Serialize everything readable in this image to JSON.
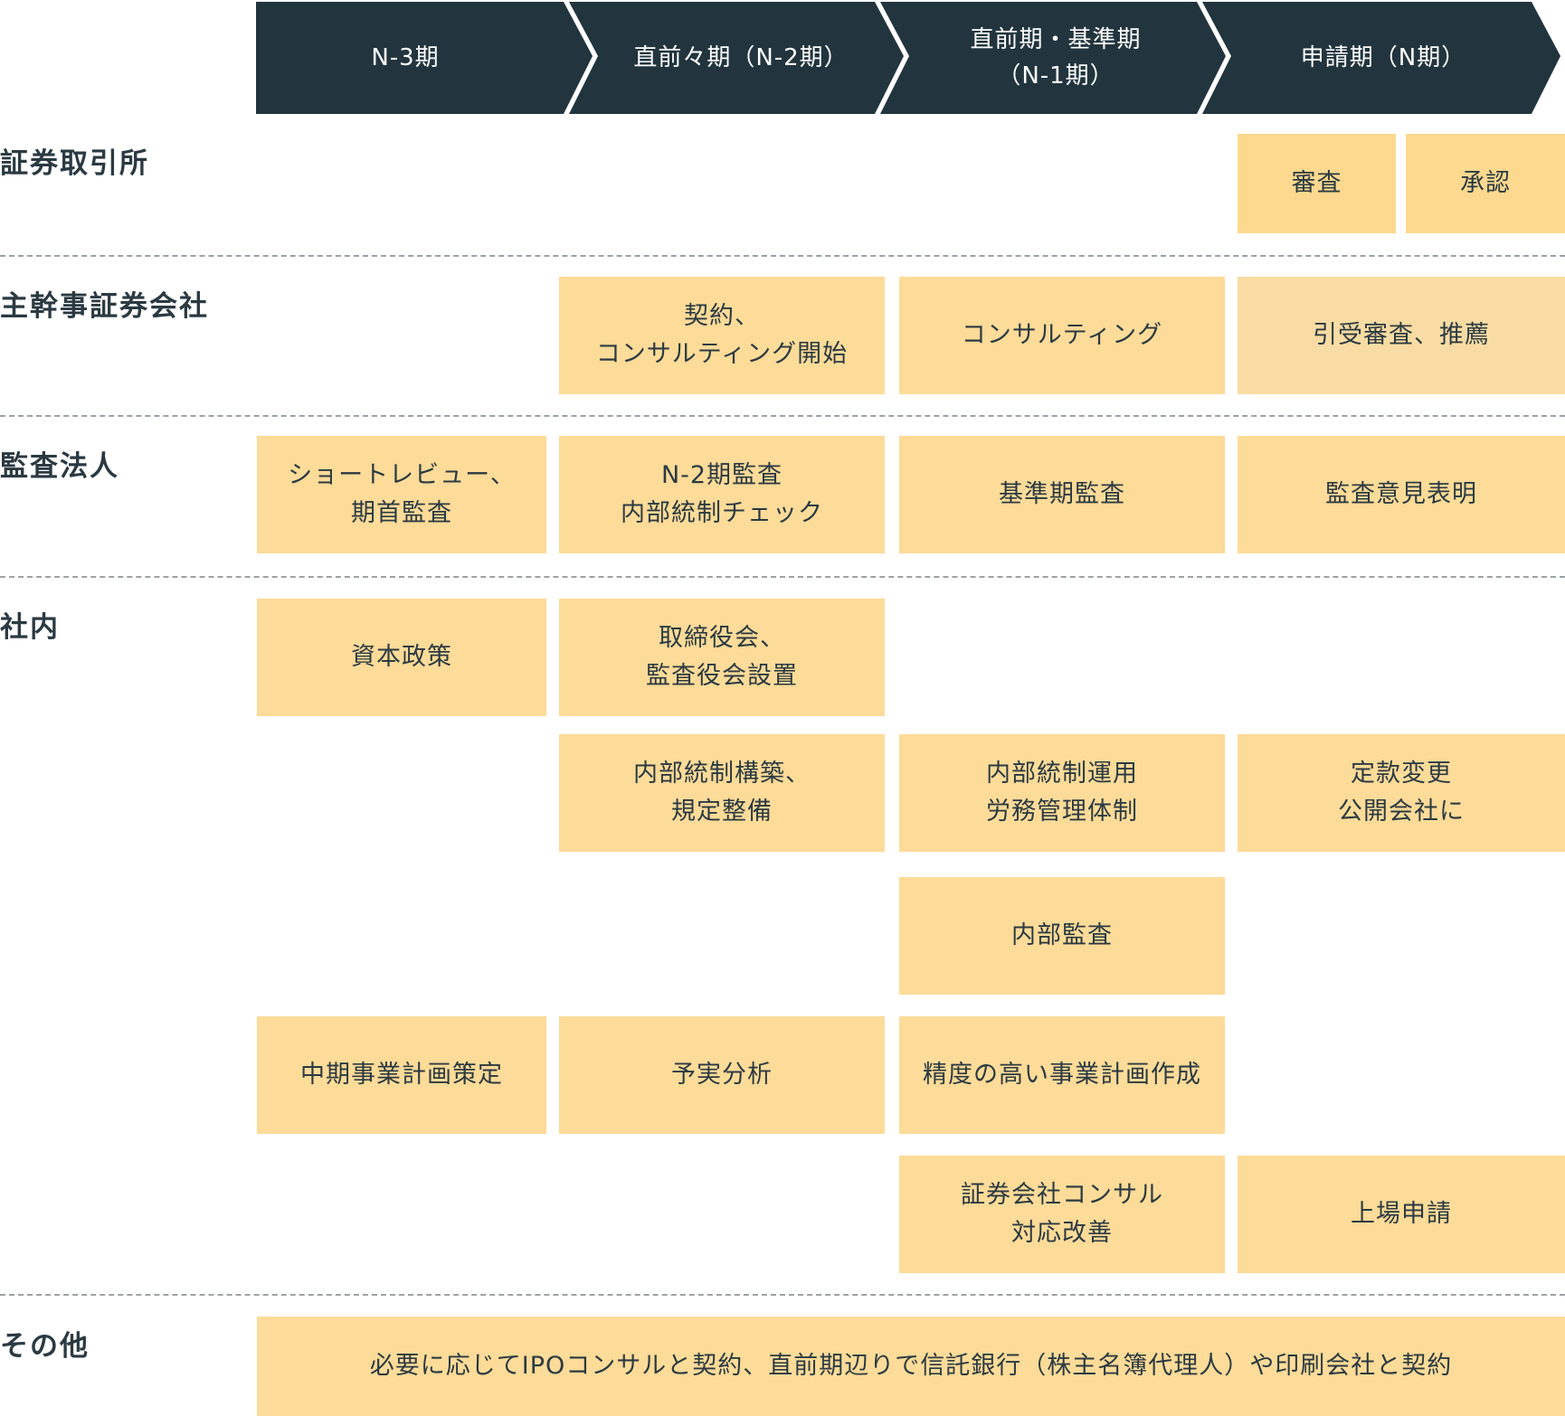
{
  "phases": [
    {
      "lines": [
        "N-3期"
      ]
    },
    {
      "lines": [
        "直前々期（N-2期）"
      ]
    },
    {
      "lines": [
        "直前期・基準期",
        "（N-1期）"
      ]
    },
    {
      "lines": [
        "申請期（N期）"
      ]
    }
  ],
  "rows": {
    "exchange": "証券取引所",
    "underwriter": "主幹事証券会社",
    "auditor": "監査法人",
    "internal": "社内",
    "other": "その他"
  },
  "boxes": {
    "exchange_review": [
      "審査"
    ],
    "exchange_approval": [
      "承認"
    ],
    "uw_contract": [
      "契約、",
      "コンサルティング開始"
    ],
    "uw_consulting": [
      "コンサルティング"
    ],
    "uw_underwriting": [
      "引受審査、推薦"
    ],
    "audit_short_review": [
      "ショートレビュー、",
      "期首監査"
    ],
    "audit_n2": [
      "N-2期監査",
      "内部統制チェック"
    ],
    "audit_base": [
      "基準期監査"
    ],
    "audit_opinion": [
      "監査意見表明"
    ],
    "int_capital": [
      "資本政策"
    ],
    "int_board": [
      "取締役会、",
      "監査役会設置"
    ],
    "int_ic_build": [
      "内部統制構築、",
      "規定整備"
    ],
    "int_ic_operate": [
      "内部統制運用",
      "労務管理体制"
    ],
    "int_articles": [
      "定款変更",
      "公開会社に"
    ],
    "int_internal_audit": [
      "内部監査"
    ],
    "int_midterm_plan": [
      "中期事業計画策定"
    ],
    "int_budget_analysis": [
      "予実分析"
    ],
    "int_accurate_plan": [
      "精度の高い事業計画作成"
    ],
    "int_sec_consult": [
      "証券会社コンサル",
      "対応改善"
    ],
    "int_listing": [
      "上場申請"
    ],
    "other_note": [
      "必要に応じてIPOコンサルと契約、直前期辺りで信託銀行（株主名簿代理人）や印刷会社と契約"
    ]
  },
  "colors": {
    "header": "#22353e",
    "box": "#fddb98",
    "text": "#2b3a42"
  }
}
